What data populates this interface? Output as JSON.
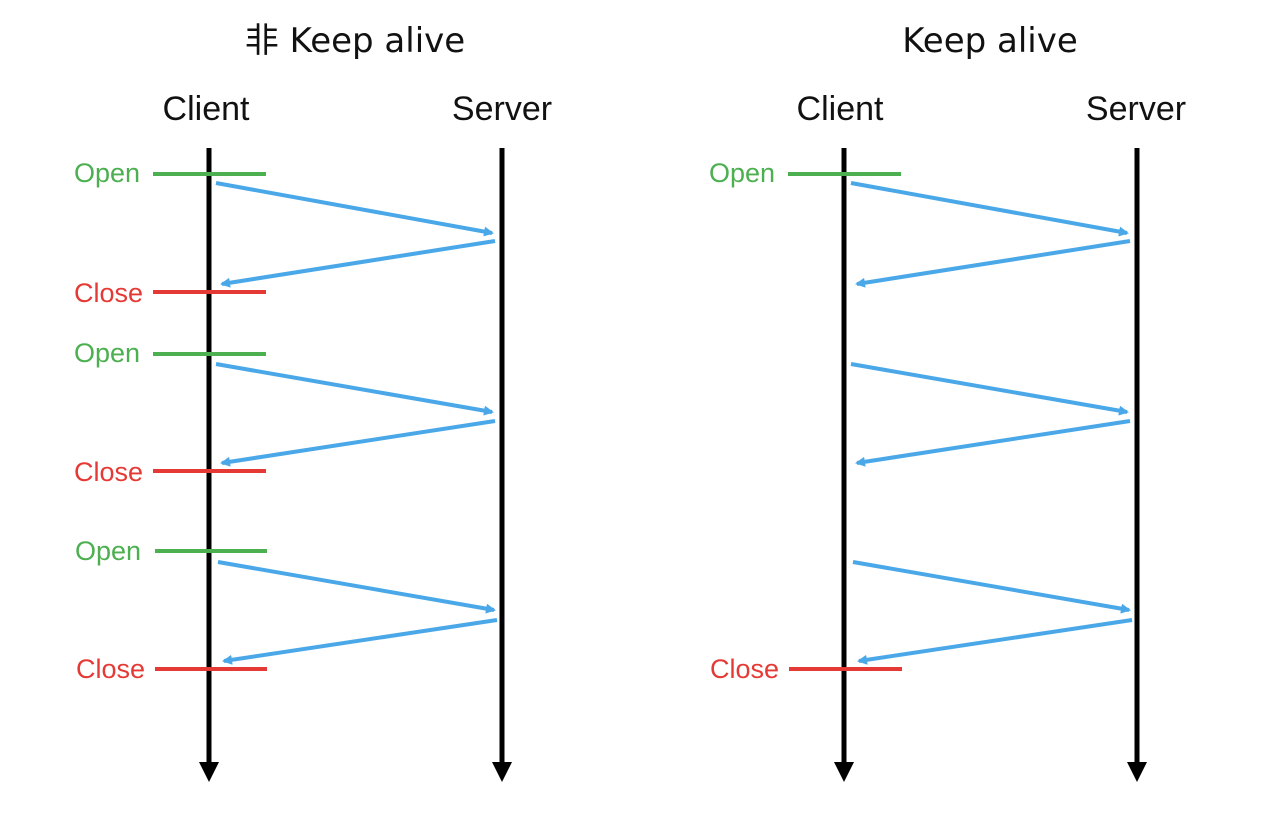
{
  "colors": {
    "open": "#4caf50",
    "close": "#e53935",
    "message": "#4aa8e8",
    "lifeline": "#000000",
    "text": "#111111"
  },
  "panels": [
    {
      "id": "non-keep-alive",
      "title": "非 Keep alive",
      "client_label": "Client",
      "server_label": "Server",
      "events": [
        {
          "type": "open",
          "label": "Open"
        },
        {
          "type": "request"
        },
        {
          "type": "response"
        },
        {
          "type": "close",
          "label": "Close"
        },
        {
          "type": "open",
          "label": "Open"
        },
        {
          "type": "request"
        },
        {
          "type": "response"
        },
        {
          "type": "close",
          "label": "Close"
        },
        {
          "type": "open",
          "label": "Open"
        },
        {
          "type": "request"
        },
        {
          "type": "response"
        },
        {
          "type": "close",
          "label": "Close"
        }
      ]
    },
    {
      "id": "keep-alive",
      "title": "Keep alive",
      "client_label": "Client",
      "server_label": "Server",
      "events": [
        {
          "type": "open",
          "label": "Open"
        },
        {
          "type": "request"
        },
        {
          "type": "response"
        },
        {
          "type": "request"
        },
        {
          "type": "response"
        },
        {
          "type": "request"
        },
        {
          "type": "response"
        },
        {
          "type": "close",
          "label": "Close"
        }
      ]
    }
  ]
}
